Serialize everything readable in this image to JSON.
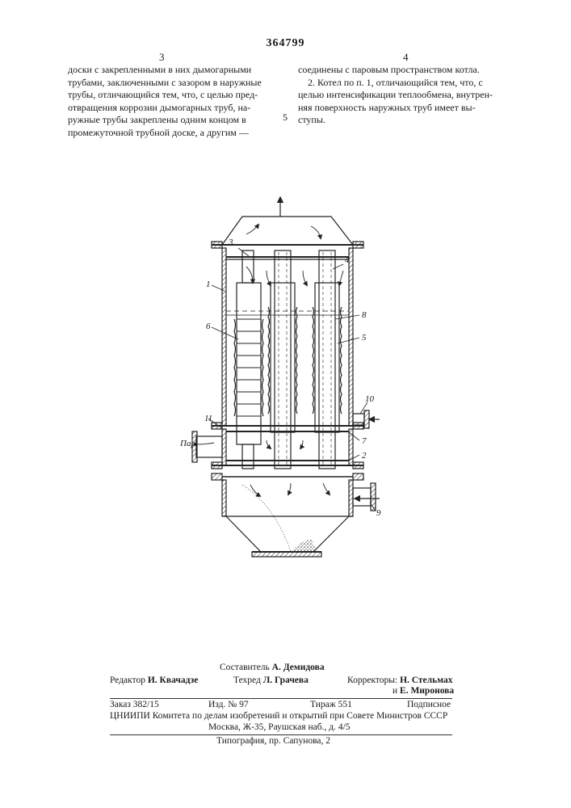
{
  "header": {
    "patent_number": "364799",
    "col_left_number": "3",
    "col_right_number": "4"
  },
  "left_column": {
    "lines": [
      "доски с закрепленными  в них дымогарными",
      "трубами, заключенными с зазором в наружные",
      "трубы, отличающийся тем, что, с целью пред-",
      "отвращения коррозии дымогарных труб, на-",
      "ружные трубы закреплены одним концом в",
      "промежуточной трубной доске, а другим —"
    ]
  },
  "right_column": {
    "lines": [
      "соединены с паровым пространством котла.",
      "2. Котел по п. 1, отличающийся тем, что, с",
      "целью интенсификации теплообмена, внутрен-",
      "няя поверхность  наружных труб имеет вы-",
      "ступы."
    ],
    "line_marker": "5"
  },
  "figure": {
    "labels": {
      "l1": "1",
      "l2": "2",
      "l3": "3",
      "l4": "4",
      "l5": "5",
      "l6": "6",
      "l7": "7",
      "l8": "8",
      "l9": "9",
      "l10": "10",
      "l11": "11",
      "par": "Пар"
    }
  },
  "credits": {
    "compiler_label": "Составитель",
    "compiler_name": "А. Демидова",
    "editor_label": "Редактор",
    "editor_name": "И. Квачадзе",
    "techeditor_label": "Техред",
    "techeditor_name": "Л. Грачева",
    "correctors_label": "Корректоры:",
    "corrector_1": "Н. Стельмах",
    "corrector_2_prefix": "и",
    "corrector_2": "Е. Миронова",
    "order": "Заказ 382/15",
    "izd": "Изд. № 97",
    "tirazh": "Тираж 551",
    "podpisnoe": "Подписное",
    "org_line1": "ЦНИИПИ Комитета по делам изобретений и открытий при Совете Министров СССР",
    "org_line2": "Москва, Ж-35, Раушская наб., д. 4/5",
    "typography": "Типография, пр. Сапунова, 2"
  }
}
